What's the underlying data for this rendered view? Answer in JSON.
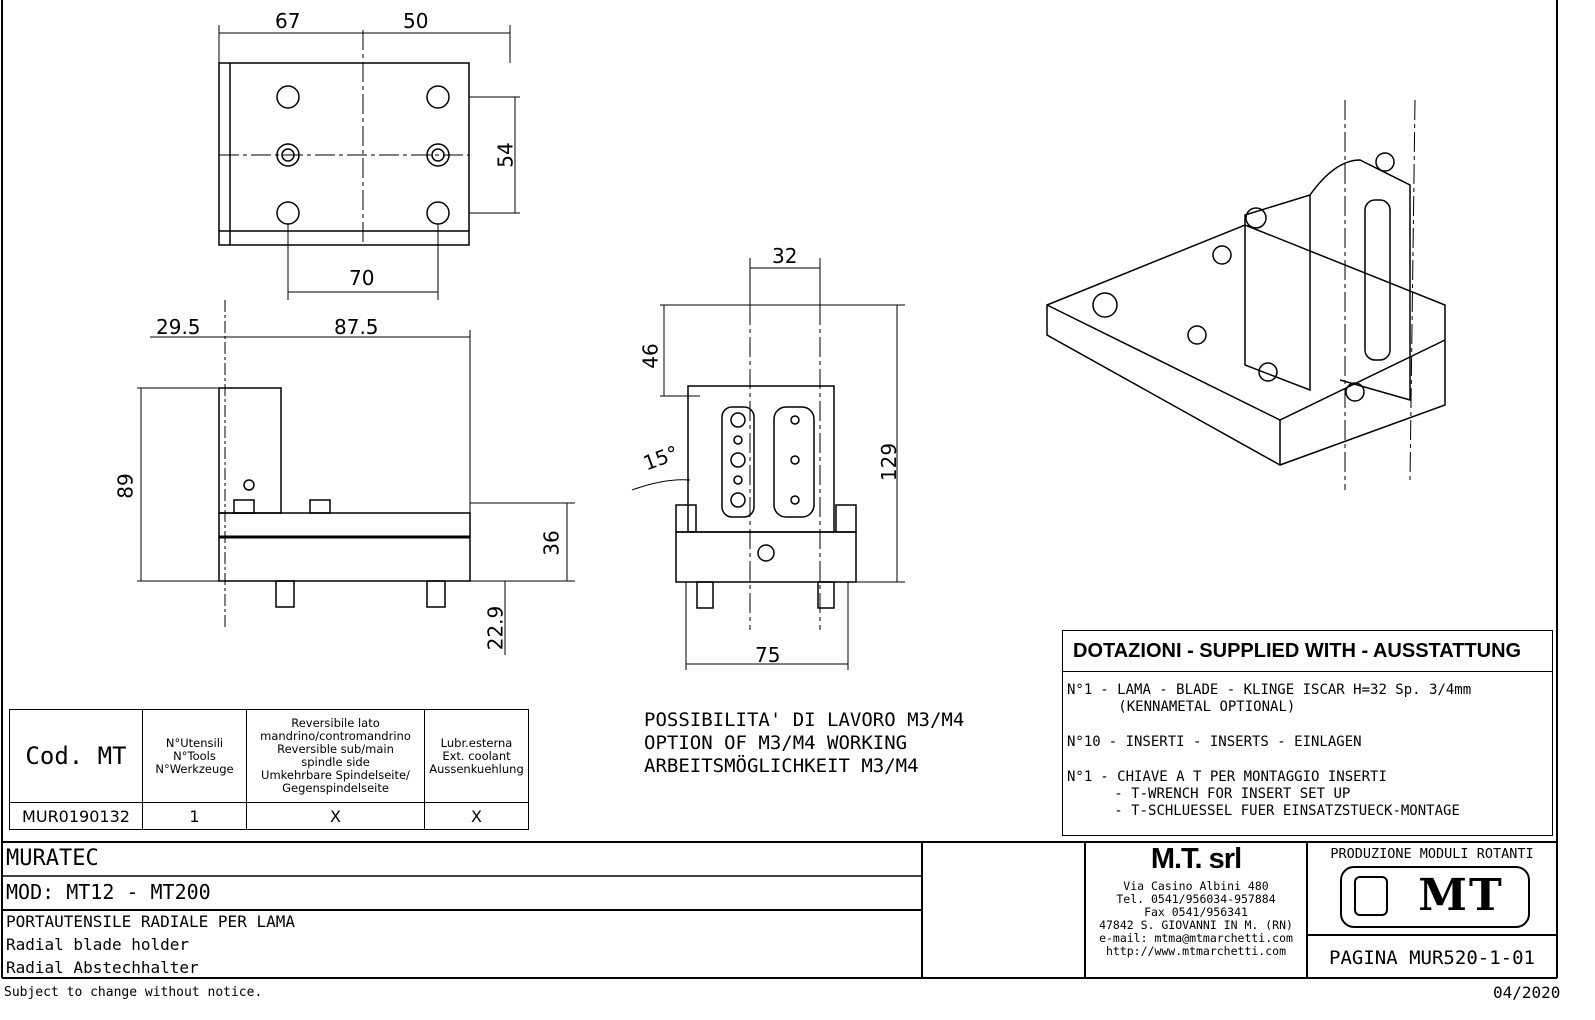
{
  "dimensions": {
    "top_view": [
      "67",
      "50",
      "54",
      "70"
    ],
    "side_view": [
      "29.5",
      "87.5",
      "89",
      "36",
      "22.9"
    ],
    "front_view": [
      "32",
      "46",
      "15°",
      "129",
      "75"
    ]
  },
  "working_option": [
    "POSSIBILITA' DI LAVORO M3/M4",
    "OPTION OF M3/M4 WORKING",
    "ARBEITSMÖGLICHKEIT M3/M4"
  ],
  "spec_table": {
    "headers": [
      "Cod. MT",
      "N°Utensili\nN°Tools\nN°Werkzeuge",
      "Reversibile lato\nmandrino/contromandrino\nReversible sub/main\nspindle side\nUmkehrbare Spindelseite/\nGegenspindelseite",
      "Lubr.esterna\nExt. coolant\nAussenkuehlung"
    ],
    "row": [
      "MUR0190132",
      "1",
      "X",
      "X"
    ]
  },
  "supplied": {
    "title": "DOTAZIONI - SUPPLIED WITH - AUSSTATTUNG",
    "items": [
      {
        "qty": "N°1",
        "lines": [
          "- LAMA - BLADE - KLINGE ISCAR H=32 Sp. 3/4mm",
          "(KENNAMETAL OPTIONAL)"
        ]
      },
      {
        "qty": "N°10",
        "lines": [
          "- INSERTI - INSERTS - EINLAGEN"
        ]
      },
      {
        "qty": "N°1",
        "lines": [
          "- CHIAVE A T PER MONTAGGIO INSERTI",
          "- T-WRENCH FOR INSERT SET UP",
          "- T-SCHLUESSEL FUER EINSATZSTUECK-MONTAGE"
        ]
      }
    ]
  },
  "title_block": {
    "brand": "MURATEC",
    "model": "MOD: MT12 - MT200",
    "desc_it": "PORTAUTENSILE RADIALE PER LAMA",
    "desc_en": "Radial blade holder",
    "desc_de": "Radial Abstechhalter",
    "company": "M.T. srl",
    "address": [
      "Via Casino Albini 480",
      "Tel. 0541/956034-957884",
      "Fax 0541/956341",
      "47842 S. GIOVANNI IN M. (RN)",
      "e-mail: mtma@mtmarchetti.com",
      "http://www.mtmarchetti.com"
    ],
    "production": "PRODUZIONE MODULI ROTANTI",
    "logo_text": "MT",
    "page": "PAGINA MUR520-1-01"
  },
  "footer": {
    "notice": "Subject to change without notice.",
    "date": "04/2020"
  }
}
